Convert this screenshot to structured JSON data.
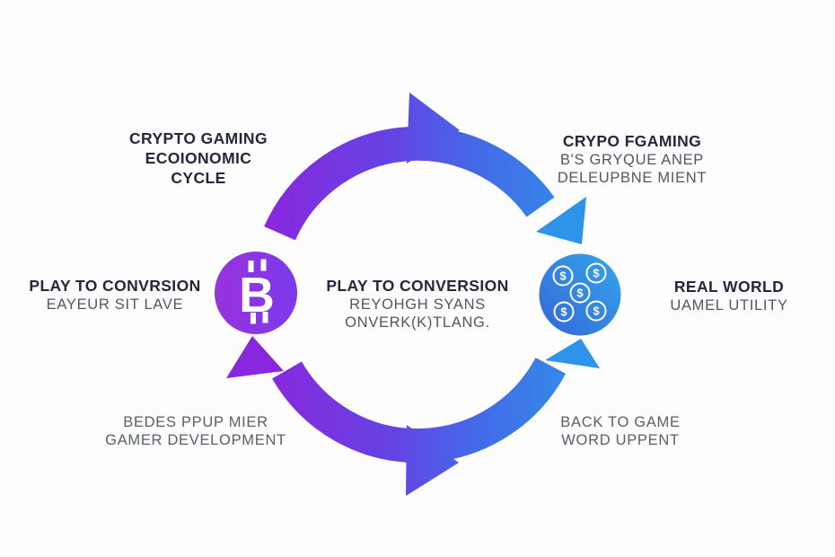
{
  "diagram": {
    "title_block": {
      "line1": "CRYPTO GAMING",
      "line2": "ECOIONOMIC",
      "line3": "CYCLE"
    },
    "top_right": {
      "title": "CRYPO FGAMING",
      "line1": "B'S GRYQUE ANEP",
      "line2": "DELEUPBNE MIENT"
    },
    "left_node": {
      "title": "PLAY TO CONVRSION",
      "line1": "EAYEUR SIT LAVE"
    },
    "center_node": {
      "title": "PLAY TO CONVERSION",
      "line1": "REYOHGH SYANS",
      "line2": "ONVERK(K)TLANG."
    },
    "right_node": {
      "title": "REAL WORLD",
      "line1": "UAMEL UTILITY"
    },
    "bottom_left": {
      "line1": "BEDES PPUP MIER",
      "line2": "GAMER DEVELOPMENT"
    },
    "bottom_right": {
      "line1": "BACK TO GAME",
      "line2": "WORD UPPENT"
    },
    "icons": {
      "bitcoin_symbol": "B",
      "coin_symbol": "$"
    },
    "colors": {
      "purple": "#8927DF",
      "indigo": "#5A50E4",
      "blue": "#2E93EA",
      "heading": "#23283A",
      "subtext": "#4F5862"
    }
  }
}
